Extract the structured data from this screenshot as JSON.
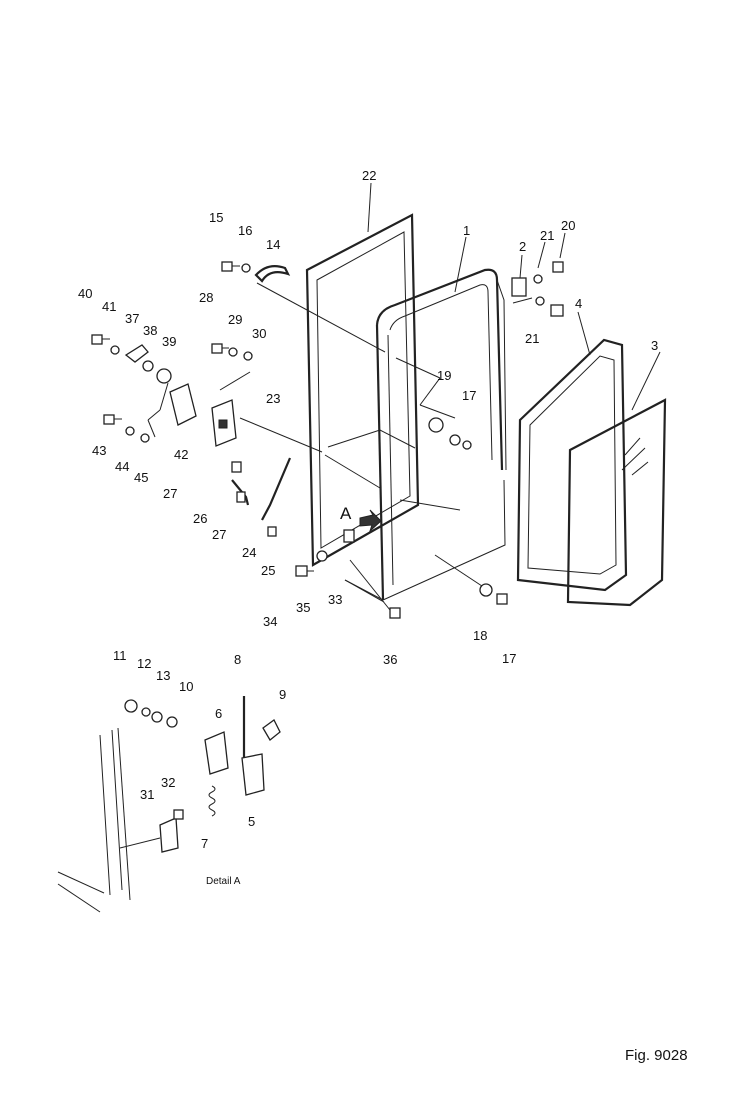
{
  "figure": {
    "caption": "Fig. 9028",
    "detail_label": "Detail A",
    "view_marker": "A"
  },
  "callouts": {
    "c1": "1",
    "c2": "2",
    "c3": "3",
    "c4": "4",
    "c5": "5",
    "c6": "6",
    "c7": "7",
    "c8": "8",
    "c9": "9",
    "c10": "10",
    "c11": "11",
    "c12": "12",
    "c13": "13",
    "c14": "14",
    "c15": "15",
    "c16": "16",
    "c17a": "17",
    "c17b": "17",
    "c18": "18",
    "c19": "19",
    "c20": "20",
    "c21a": "21",
    "c21b": "21",
    "c22": "22",
    "c23": "23",
    "c24": "24",
    "c25": "25",
    "c26": "26",
    "c27a": "27",
    "c27b": "27",
    "c28": "28",
    "c29": "29",
    "c30": "30",
    "c31": "31",
    "c32": "32",
    "c33": "33",
    "c34": "34",
    "c35": "35",
    "c36": "36",
    "c37": "37",
    "c38": "38",
    "c39": "39",
    "c40": "40",
    "c41": "41",
    "c42": "42",
    "c43": "43",
    "c44": "44",
    "c45": "45"
  }
}
